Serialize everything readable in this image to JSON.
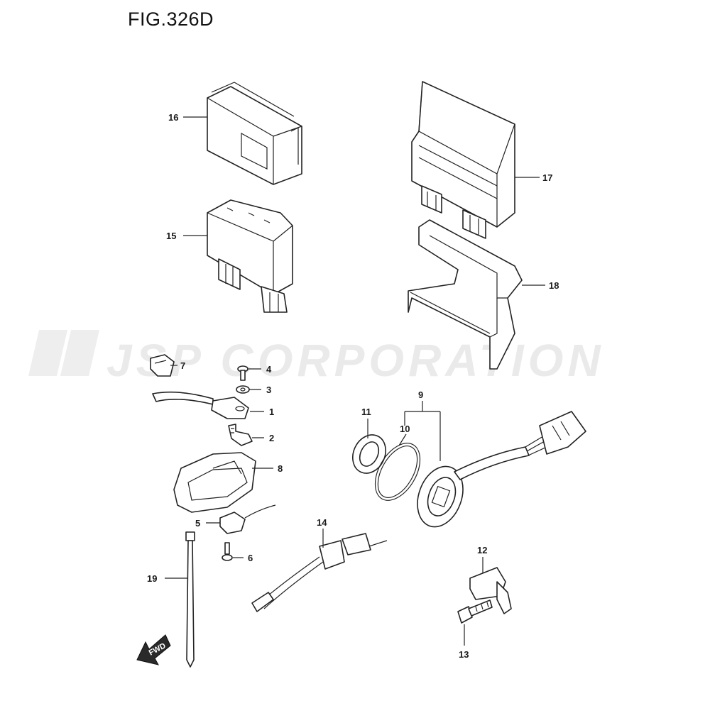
{
  "figure": {
    "title": "FIG.326D"
  },
  "watermark": {
    "text": "JSP CORPORATION"
  },
  "direction_arrow": {
    "label": "FWD"
  },
  "callouts": [
    "1",
    "2",
    "3",
    "4",
    "5",
    "6",
    "7",
    "8",
    "9",
    "10",
    "11",
    "12",
    "13",
    "14",
    "15",
    "16",
    "17",
    "18",
    "19"
  ]
}
